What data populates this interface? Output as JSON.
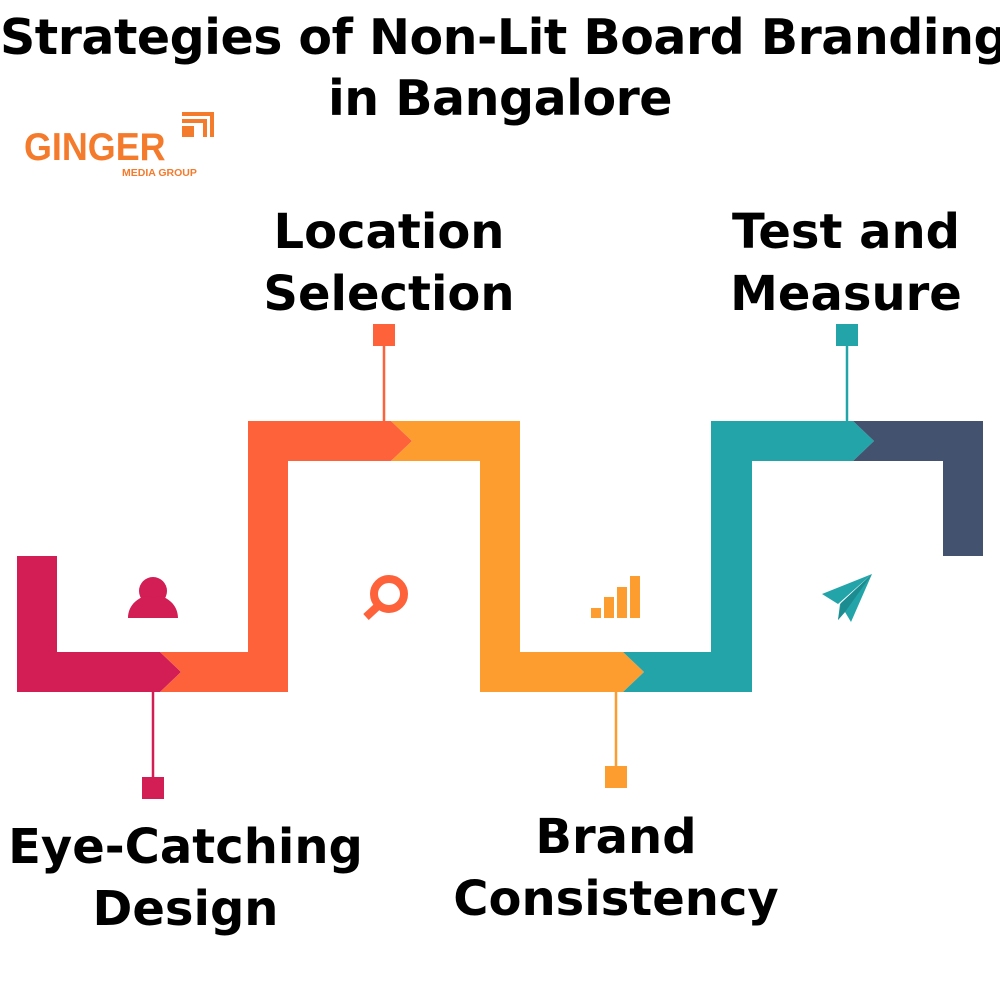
{
  "header": {
    "title_line1": "Strategies of  Non-Lit Board Branding",
    "title_line2": "in Bangalore"
  },
  "logo": {
    "word": "GINGER",
    "subtitle": "MEDIA GROUP",
    "color": "#f47a2c"
  },
  "steps": [
    {
      "label_line1": "Eye-Catching",
      "label_line2": "Design",
      "icon": "person-icon",
      "color": "#d21d55",
      "label_position": "below"
    },
    {
      "label_line1": "Location",
      "label_line2": "Selection",
      "icon": "search-icon",
      "color": "#fe623a",
      "label_position": "above"
    },
    {
      "label_line1": "Brand",
      "label_line2": "Consistency",
      "icon": "bar-chart-icon",
      "color": "#fd9d2f",
      "label_position": "below"
    },
    {
      "label_line1": "Test and",
      "label_line2": "Measure",
      "icon": "paper-plane-icon",
      "color": "#22a4a9",
      "label_position": "above"
    },
    {
      "label_line1": "",
      "label_line2": "",
      "icon": "",
      "color": "#43526e",
      "label_position": "none"
    }
  ]
}
